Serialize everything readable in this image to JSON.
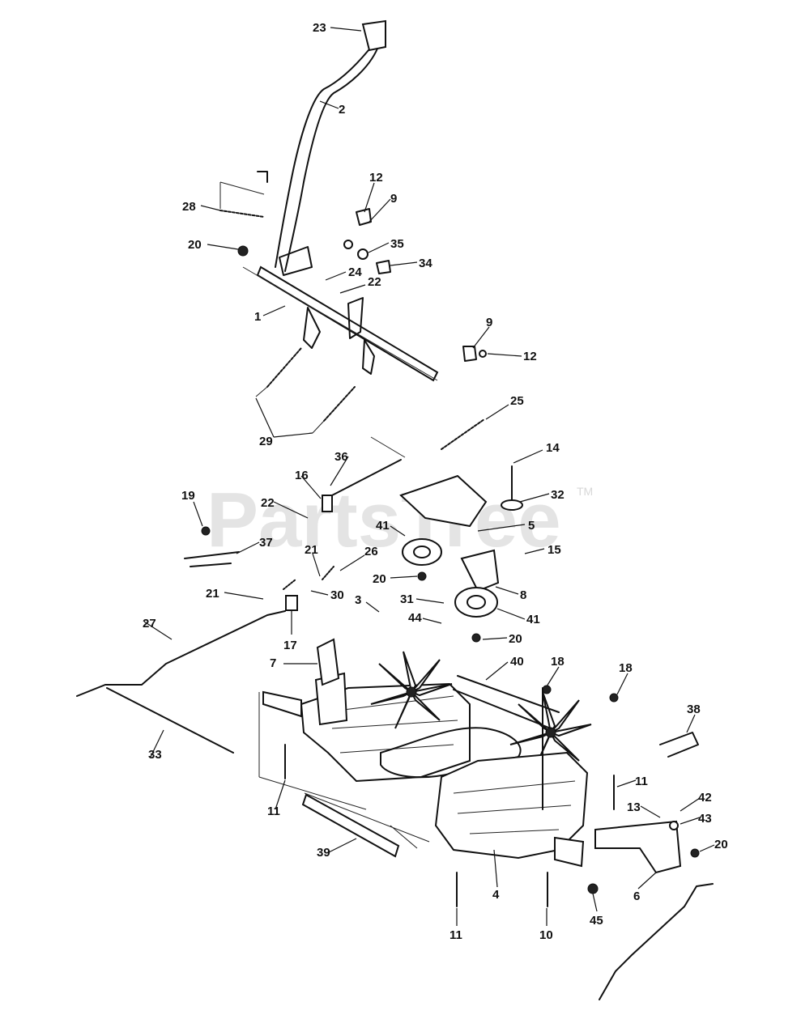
{
  "watermark": {
    "text": "PartsTree",
    "trademark": "TM"
  },
  "callouts": [
    {
      "id": "c23",
      "text": "23"
    },
    {
      "id": "c2",
      "text": "2"
    },
    {
      "id": "c12a",
      "text": "12"
    },
    {
      "id": "c9a",
      "text": "9"
    },
    {
      "id": "c28",
      "text": "28"
    },
    {
      "id": "c20a",
      "text": "20"
    },
    {
      "id": "c35",
      "text": "35"
    },
    {
      "id": "c34",
      "text": "34"
    },
    {
      "id": "c24",
      "text": "24"
    },
    {
      "id": "c22a",
      "text": "22"
    },
    {
      "id": "c1",
      "text": "1"
    },
    {
      "id": "c9b",
      "text": "9"
    },
    {
      "id": "c12b",
      "text": "12"
    },
    {
      "id": "c25",
      "text": "25"
    },
    {
      "id": "c29",
      "text": "29"
    },
    {
      "id": "c36",
      "text": "36"
    },
    {
      "id": "c14",
      "text": "14"
    },
    {
      "id": "c16",
      "text": "16"
    },
    {
      "id": "c32",
      "text": "32"
    },
    {
      "id": "c19",
      "text": "19"
    },
    {
      "id": "c22b",
      "text": "22"
    },
    {
      "id": "c41a",
      "text": "41"
    },
    {
      "id": "c5",
      "text": "5"
    },
    {
      "id": "c37",
      "text": "37"
    },
    {
      "id": "c21a",
      "text": "21"
    },
    {
      "id": "c26",
      "text": "26"
    },
    {
      "id": "c15",
      "text": "15"
    },
    {
      "id": "c20b",
      "text": "20"
    },
    {
      "id": "c8",
      "text": "8"
    },
    {
      "id": "c21b",
      "text": "21"
    },
    {
      "id": "c30",
      "text": "30"
    },
    {
      "id": "c31",
      "text": "31"
    },
    {
      "id": "c27",
      "text": "27"
    },
    {
      "id": "c3",
      "text": "3"
    },
    {
      "id": "c44",
      "text": "44"
    },
    {
      "id": "c41b",
      "text": "41"
    },
    {
      "id": "c17",
      "text": "17"
    },
    {
      "id": "c20c",
      "text": "20"
    },
    {
      "id": "c7",
      "text": "7"
    },
    {
      "id": "c40",
      "text": "40"
    },
    {
      "id": "c18a",
      "text": "18"
    },
    {
      "id": "c18b",
      "text": "18"
    },
    {
      "id": "c38",
      "text": "38"
    },
    {
      "id": "c33",
      "text": "33"
    },
    {
      "id": "c11a",
      "text": "11"
    },
    {
      "id": "c11b",
      "text": "11"
    },
    {
      "id": "c13",
      "text": "13"
    },
    {
      "id": "c42",
      "text": "42"
    },
    {
      "id": "c43",
      "text": "43"
    },
    {
      "id": "c39",
      "text": "39"
    },
    {
      "id": "c20d",
      "text": "20"
    },
    {
      "id": "c4",
      "text": "4"
    },
    {
      "id": "c6",
      "text": "6"
    },
    {
      "id": "c45",
      "text": "45"
    },
    {
      "id": "c11c",
      "text": "11"
    },
    {
      "id": "c10",
      "text": "10"
    }
  ]
}
